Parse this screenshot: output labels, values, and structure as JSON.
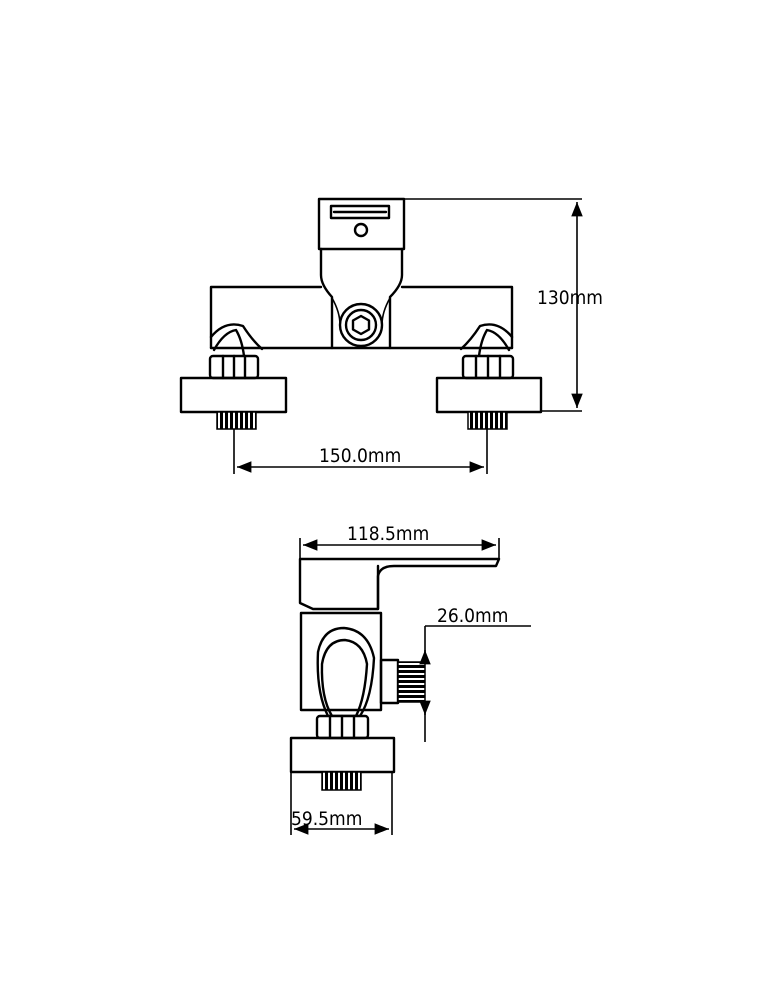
{
  "dimensions": {
    "height": "130mm",
    "spacing": "150.0mm",
    "side_width": "118.5mm",
    "projection": "26.0mm",
    "flange_width": "59.5mm"
  },
  "colors": {
    "line": "#000000",
    "background": "#ffffff"
  }
}
